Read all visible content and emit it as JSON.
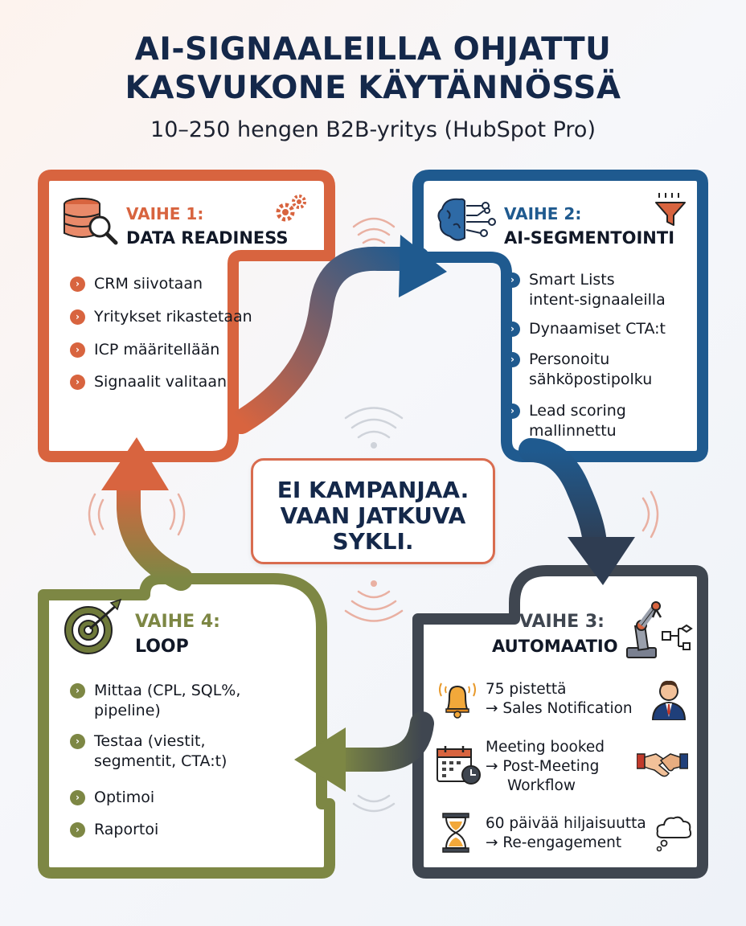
{
  "title": {
    "line1": "AI-SIGNAALEILLA OHJATTU",
    "line2": "KASVUKONE KÄYTÄNNÖSSÄ"
  },
  "subtitle": "10–250 hengen B2B-yritys (HubSpot Pro)",
  "colors": {
    "phase1": "#d8643f",
    "phase2": "#1f5a8f",
    "phase3": "#3f4650",
    "phase4": "#7d8744",
    "title": "#14284a"
  },
  "phases": [
    {
      "label": "VAIHE 1:",
      "name": "DATA READINESS",
      "icons": [
        "database-search-icon",
        "gears-icon"
      ],
      "items": [
        "CRM siivotaan",
        "Yritykset rikastetaan",
        "ICP määritellään",
        "Signaalit valitaan"
      ]
    },
    {
      "label": "VAIHE 2:",
      "name": "AI-SEGMENTOINTI",
      "icons": [
        "brain-circuit-icon",
        "funnel-icon"
      ],
      "items": [
        {
          "line1": "Smart Lists",
          "line2": "intent-signaaleilla"
        },
        {
          "line1": "Dynaamiset CTA:t",
          "line2": ""
        },
        {
          "line1": "Personoitu",
          "line2": "sähköpostipolku"
        },
        {
          "line1": "Lead scoring",
          "line2": "mallinnettu"
        }
      ]
    },
    {
      "label": "VAIHE 3:",
      "name": "AUTOMAATIO",
      "icons": [
        "robot-arm-icon",
        "workflow-icon"
      ],
      "rules": [
        {
          "line1": "75 pistettä",
          "line2": "→ Sales Notification",
          "line3": "",
          "icon": "bell-icon",
          "side_icon": "salesperson-icon"
        },
        {
          "line1": "Meeting booked",
          "line2": "→ Post-Meeting",
          "line3": "Workflow",
          "icon": "calendar-icon",
          "side_icon": "handshake-icon"
        },
        {
          "line1": "60 päivää hiljaisuutta",
          "line2": "→ Re-engagement",
          "line3": "",
          "icon": "hourglass-icon",
          "side_icon": "thought-cloud-icon"
        }
      ]
    },
    {
      "label": "VAIHE 4:",
      "name": "LOOP",
      "icons": [
        "target-arrow-icon"
      ],
      "items": [
        {
          "line1": "Mittaa (CPL, SQL%,",
          "line2": "pipeline)"
        },
        {
          "line1": "Testaa (viestit,",
          "line2": "segmentit, CTA:t)"
        },
        {
          "line1": "Optimoi",
          "line2": ""
        },
        {
          "line1": "Raportoi",
          "line2": ""
        }
      ]
    }
  ],
  "center": {
    "line1": "EI KAMPANJAA.",
    "line2": "VAAN JATKUVA",
    "line3": "SYKLI."
  }
}
